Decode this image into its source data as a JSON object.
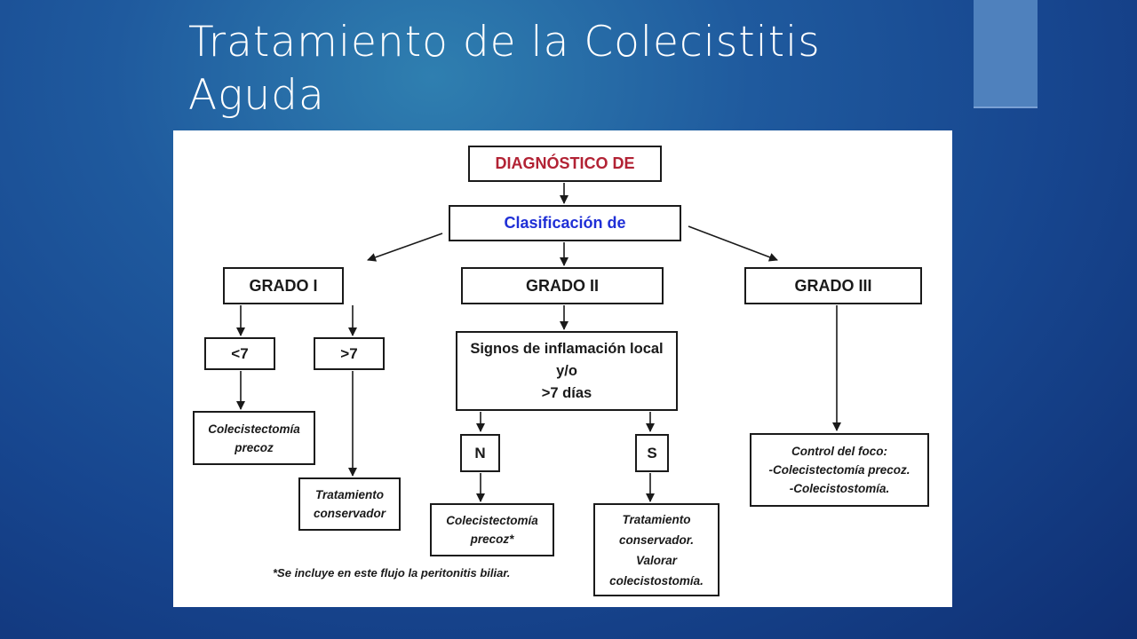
{
  "slide": {
    "title_line1": "Tratamiento  de la Colecistitis",
    "title_line2": "Aguda"
  },
  "flowchart": {
    "diagnostico": "DIAGNÓSTICO DE",
    "clasificacion": "Clasificación de",
    "grado_1": "GRADO I",
    "grado_2": "GRADO II",
    "grado_3": "GRADO III",
    "menor_7": "<7",
    "mayor_7": ">7",
    "g1_precoz": [
      "Colecistectomía",
      "precoz"
    ],
    "g1_conservador": [
      "Tratamiento",
      "conservador"
    ],
    "signos": [
      "Signos de inflamación local",
      "y/o",
      ">7 días"
    ],
    "no": "N",
    "si": "S",
    "g2_precoz": [
      "Colecistectomía",
      "precoz*"
    ],
    "g2_conservador": [
      "Tratamiento",
      "conservador.",
      "Valorar",
      "colecistostomía."
    ],
    "g3_control": [
      "Control del foco:",
      "-Colecistectomía precoz.",
      "-Colecistostomía."
    ],
    "footnote": "*Se incluye en este flujo la peritonitis biliar."
  },
  "colors": {
    "background": "#1f5a9e",
    "accent_bar": "#4f81bd",
    "diagnostico_text": "#b22234",
    "clasificacion_text": "#1f2fd6"
  }
}
